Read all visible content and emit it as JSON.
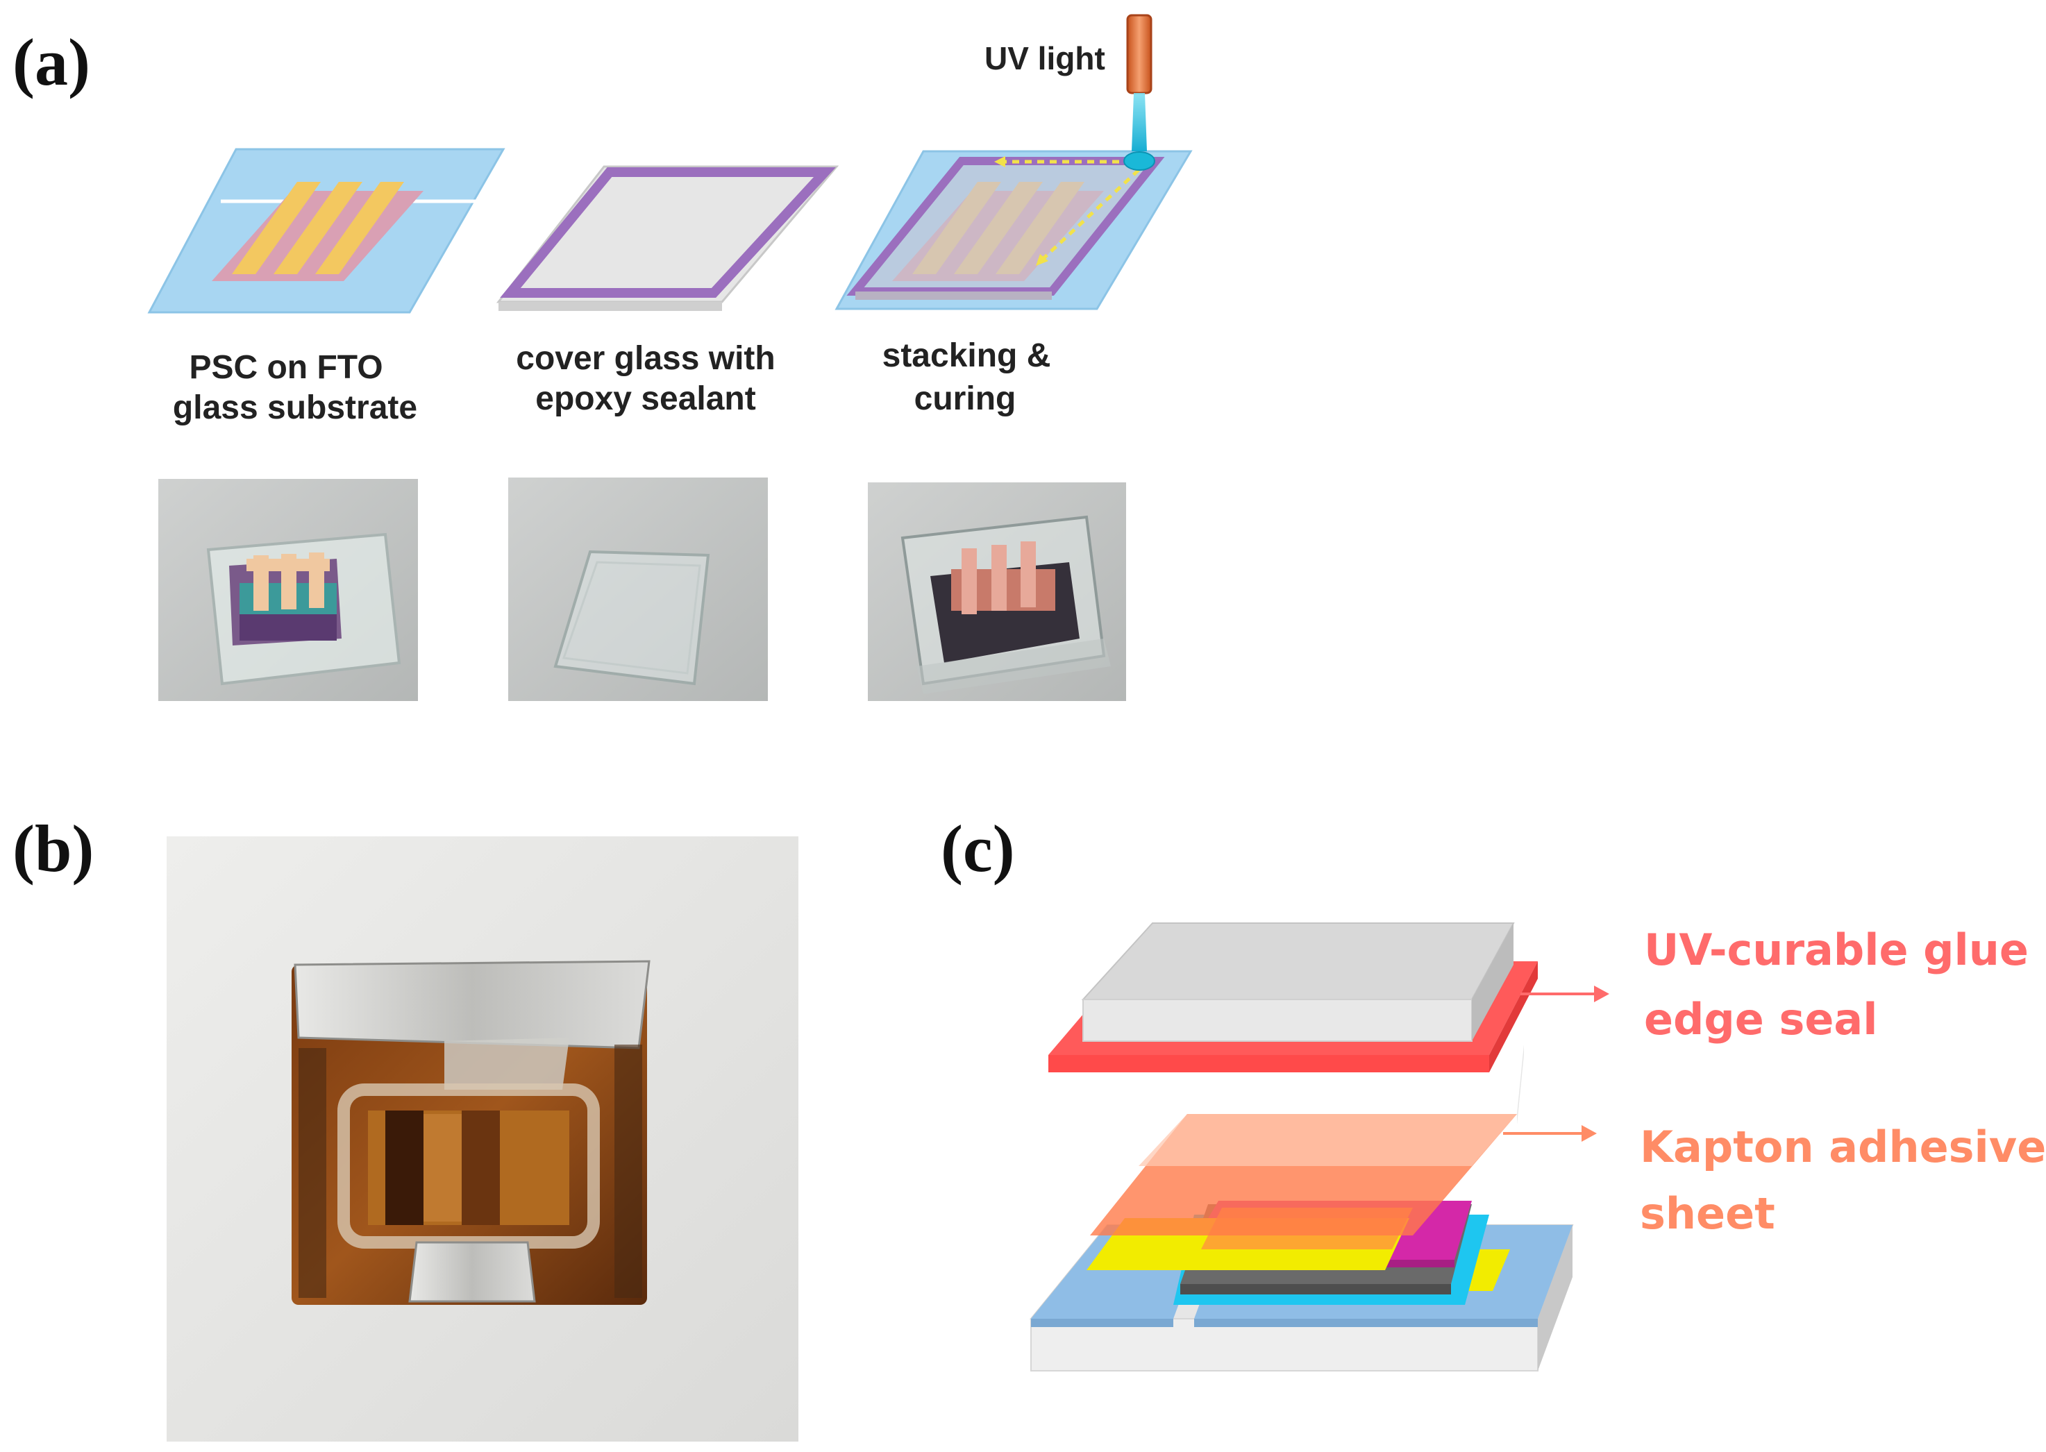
{
  "panels": {
    "a": "(a)",
    "b": "(b)",
    "c": "(c)"
  },
  "panel_a": {
    "uv_light": "UV light",
    "step1": {
      "line1": "PSC on FTO",
      "line2": "glass substrate"
    },
    "step2": {
      "line1": "cover glass with",
      "line2": "epoxy sealant"
    },
    "step3": {
      "line1": "stacking &",
      "line2": "curing"
    }
  },
  "panel_c": {
    "label1": {
      "line1": "UV-curable glue",
      "line2": "edge seal"
    },
    "label2": {
      "line1": "Kapton adhesive",
      "line2": "sheet"
    }
  },
  "colors": {
    "glass_blue": "#a8d6f2",
    "electrode_yellow": "#f3c860",
    "perovskite_pink": "#d9a0b4",
    "sealant_purple": "#9b6fbe",
    "uv_orange": "#e8773a",
    "uv_beam": "#1ab8d8",
    "glue_red": "#ff5a5a",
    "kapton_orange": "#ff7a4a",
    "layer_magenta": "#d428a8",
    "layer_yellow": "#f2ec00",
    "layer_cyan": "#1ec6f0",
    "fto_blue": "#8fbde6",
    "label_red": "#ff6b6b",
    "label_orange": "#ff8c66"
  }
}
